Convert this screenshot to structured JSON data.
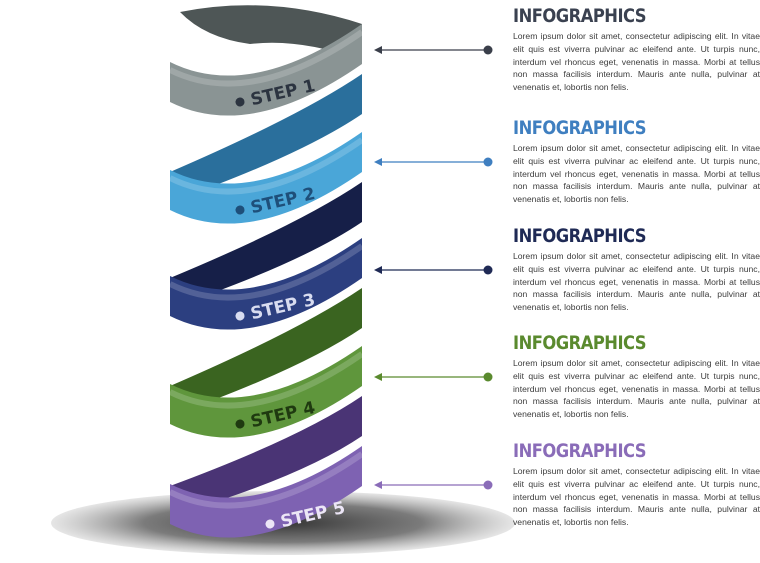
{
  "steps": [
    {
      "label": "STEP 1",
      "title": "INFOGRAPHICS",
      "color": "#8a9494",
      "dark": "#565e5e",
      "title_color": "#3a4150",
      "label_color": "#2c3440",
      "dot_color": "#2c3440",
      "body": "Lorem ipsum dolor sit amet, consectetur adipiscing elit. In vitae elit quis est viverra pulvinar ac eleifend ante. Ut turpis nunc, interdum vel rhoncus eget, venenatis in massa. Morbi at tellus non massa facilisis interdum. Mauris ante nulla, pulvinar at venenatis et, lobortis non felis."
    },
    {
      "label": "STEP 2",
      "title": "INFOGRAPHICS",
      "color": "#4aa6d8",
      "dark": "#2a6f9c",
      "title_color": "#3f7fc0",
      "label_color": "#1e4f7a",
      "dot_color": "#1e4f7a",
      "body": "Lorem ipsum dolor sit amet, consectetur adipiscing elit. In vitae elit quis est viverra pulvinar ac eleifend ante. Ut turpis nunc, interdum vel rhoncus eget, venenatis in massa. Morbi at tellus non massa facilisis interdum. Mauris ante nulla, pulvinar at venenatis et, lobortis non felis."
    },
    {
      "label": "STEP 3",
      "title": "INFOGRAPHICS",
      "color": "#2c3f80",
      "dark": "#161f48",
      "title_color": "#1f2a55",
      "label_color": "#d8dcf0",
      "dot_color": "#d8dcf0",
      "body": "Lorem ipsum dolor sit amet, consectetur adipiscing elit. In vitae elit quis est viverra pulvinar ac eleifend ante. Ut turpis nunc, interdum vel rhoncus eget, venenatis in massa. Morbi at tellus non massa facilisis interdum. Mauris ante nulla, pulvinar at venenatis et, lobortis non felis."
    },
    {
      "label": "STEP 4",
      "title": "INFOGRAPHICS",
      "color": "#5f963c",
      "dark": "#3a6420",
      "title_color": "#5a8a2e",
      "label_color": "#1f3a10",
      "dot_color": "#1f3a10",
      "body": "Lorem ipsum dolor sit amet, consectetur adipiscing elit. In vitae elit quis est viverra pulvinar ac eleifend ante. Ut turpis nunc, interdum vel rhoncus eget, venenatis in massa. Morbi at tellus non massa facilisis interdum. Mauris ante nulla, pulvinar at venenatis et, lobortis non felis."
    },
    {
      "label": "STEP 5",
      "title": "INFOGRAPHICS",
      "color": "#7e62b2",
      "dark": "#4a3475",
      "title_color": "#8a6cb8",
      "label_color": "#ece6f6",
      "dot_color": "#ece6f6",
      "body": "Lorem ipsum dolor sit amet, consectetur adipiscing elit. In vitae elit quis est viverra pulvinar ac eleifend ante. Ut turpis nunc, interdum vel rhoncus eget, venenatis in massa. Morbi at tellus non massa facilisis interdum. Mauris ante nulla, pulvinar at venenatis et, lobortis non felis."
    }
  ],
  "connector_colors": [
    "#3a3f4a",
    "#3f7fc0",
    "#1f2a55",
    "#5a8a2e",
    "#8a6cb8"
  ],
  "base_shadow_color": "#2a2a2a"
}
